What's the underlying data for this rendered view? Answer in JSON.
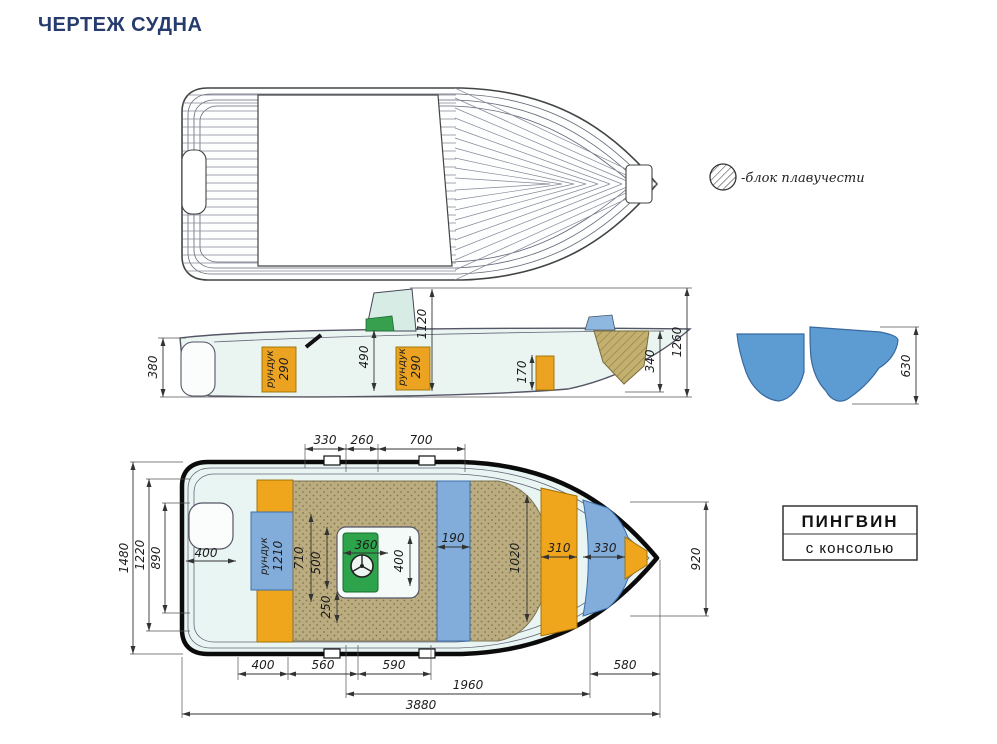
{
  "page": {
    "title": "ЧЕРТЕЖ СУДНА"
  },
  "legend": {
    "label": "-блок плавучести"
  },
  "nameplate": {
    "line1": "ПИНГВИН",
    "line2": "с консолью"
  },
  "side_view": {
    "stern_height": "380",
    "locker_front_label": "рундук",
    "locker_front_dim": "290",
    "console_height": "490",
    "windshield_height": "1120",
    "locker_mid_label": "рундук",
    "locker_mid_dim": "290",
    "locker_aft_dim": "170",
    "bow_block_height": "340",
    "overall_height": "1260"
  },
  "cross_section": {
    "depth": "630"
  },
  "plan_view": {
    "top": {
      "d1": "330",
      "d2": "260",
      "d3": "700"
    },
    "left": {
      "beam_max": "1480",
      "beam_cockpit": "1220",
      "beam_floor": "890",
      "stern_seat": "400"
    },
    "inner": {
      "locker_label": "рундук",
      "locker_len": "1210",
      "d710": "710",
      "d500": "500",
      "d250": "250",
      "console_w": "360",
      "thwart_w": "190",
      "d400": "400",
      "floor_w": "1020",
      "d310": "310",
      "d330": "330",
      "bow_beam": "920"
    },
    "bottom": {
      "d400": "400",
      "d560": "560",
      "d590": "590",
      "d580": "580",
      "d1960": "1960",
      "total_len": "3880"
    }
  }
}
